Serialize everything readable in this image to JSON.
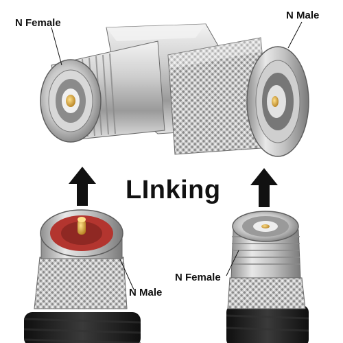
{
  "labels": {
    "n_female_top": "N Female",
    "n_male_top": "N Male",
    "linking": "LInking",
    "n_male_bottom": "N Male",
    "n_female_bottom": "N Female"
  },
  "colors": {
    "metal_light": "#e9e9e9",
    "metal_mid": "#b8b8b8",
    "metal_dark": "#6f6f6f",
    "gold": "#d9a53a",
    "insulator_red": "#b3352f",
    "cable_black": "#1c1c1c",
    "arrow": "#111111"
  },
  "icons": [
    "up-arrow-icon",
    "up-arrow-icon"
  ]
}
